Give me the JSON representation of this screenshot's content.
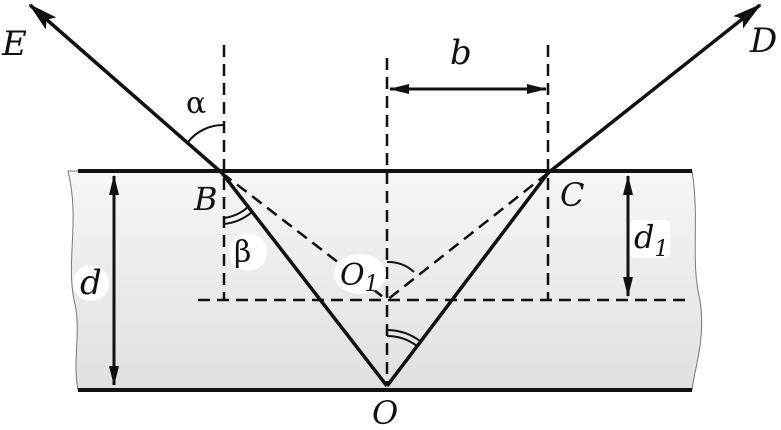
{
  "labels": {
    "E": "E",
    "D": "D",
    "alpha": "α",
    "b": "b",
    "B": "B",
    "C": "C",
    "beta": "β",
    "d": "d",
    "d1_main": "d",
    "d1_sub": "1",
    "O1_main": "O",
    "O1_sub": "1",
    "O": "O"
  },
  "colors": {
    "stroke": "#111111",
    "slab_fill_top": "#f4f4f4",
    "slab_fill_bottom": "#e2e2e2",
    "background": "#ffffff"
  }
}
